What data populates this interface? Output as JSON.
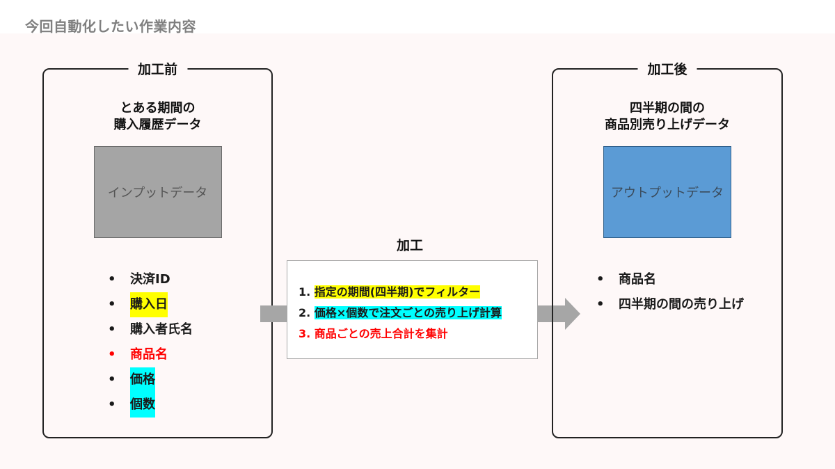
{
  "page": {
    "title": "今回自動化したい作業内容"
  },
  "before": {
    "label": "加工前",
    "heading_line1": "とある期間の",
    "heading_line2": "購入履歴データ",
    "box_label": "インプットデータ",
    "box_color": "#a5a5a5",
    "bullet_char": "•",
    "items": [
      {
        "text": "決済ID",
        "style": "plain"
      },
      {
        "text": "購入日",
        "style": "highlight-yellow"
      },
      {
        "text": "購入者氏名",
        "style": "plain"
      },
      {
        "text": "商品名",
        "style": "red"
      },
      {
        "text": "価格",
        "style": "highlight-cyan"
      },
      {
        "text": "個数",
        "style": "highlight-cyan"
      }
    ]
  },
  "process": {
    "title": "加工",
    "steps": [
      {
        "num": "1.",
        "text": "指定の期間(四半期)でフィルター",
        "style": "highlight-yellow"
      },
      {
        "num": "2.",
        "text": "価格×個数で注文ごとの売り上げ計算",
        "style": "highlight-cyan"
      },
      {
        "num": "3.",
        "text": "商品ごとの売上合計を集計",
        "style": "red"
      }
    ]
  },
  "after": {
    "label": "加工後",
    "heading_line1": "四半期の間の",
    "heading_line2": "商品別売り上げデータ",
    "box_label": "アウトプットデータ",
    "box_color": "#5b9bd5",
    "bullet_char": "•",
    "items": [
      {
        "text": "商品名",
        "style": "plain"
      },
      {
        "text": "四半期の間の売り上げ",
        "style": "plain"
      }
    ]
  },
  "colors": {
    "highlight_yellow": "#ffff00",
    "highlight_cyan": "#00ffff",
    "emphasis_red": "#ff0000",
    "arrow_gray": "#a6a6a6",
    "background_pink": "#fef8f8"
  }
}
